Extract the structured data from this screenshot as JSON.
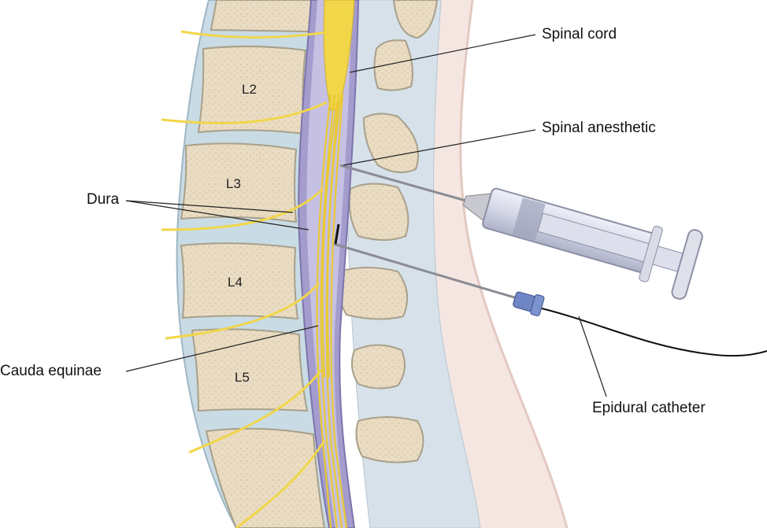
{
  "labels": {
    "spinal_cord": "Spinal cord",
    "spinal_anesthetic": "Spinal anesthetic",
    "dura": "Dura",
    "cauda_equinae": "Cauda equinae",
    "epidural_catheter": "Epidural catheter"
  },
  "vertebrae": [
    "L2",
    "L3",
    "L4",
    "L5"
  ],
  "colors": {
    "bone": "#eadcc3",
    "disc": "#c9dbe4",
    "dura": "#a49ccc",
    "nerve": "#f1d64a",
    "skin": "#f5e6e1",
    "hub": "#6f86c4"
  }
}
